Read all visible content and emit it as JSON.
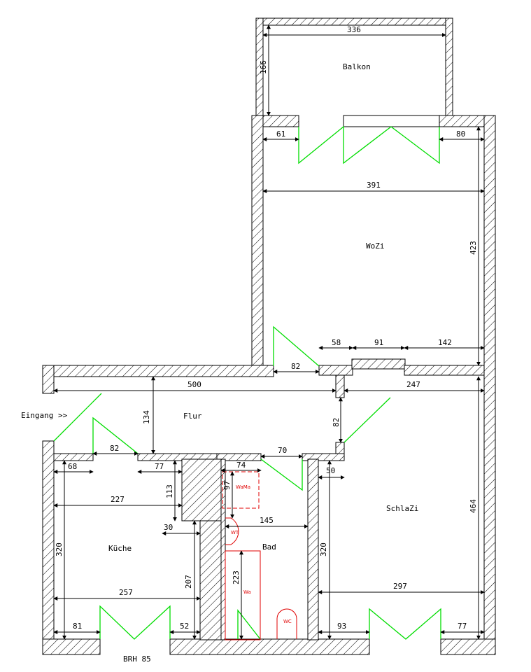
{
  "colors": {
    "wall": "#000000",
    "door_window": "#00dd00",
    "fixtures": "#e00000",
    "background": "#ffffff"
  },
  "rooms": {
    "balkon": "Balkon",
    "wozi": "WoZi",
    "flur": "Flur",
    "kueche": "Küche",
    "bad": "Bad",
    "schlazi": "SchlaZi"
  },
  "labels": {
    "entrance": "Eingang >>",
    "sill_height": "BRH 85"
  },
  "fixtures": {
    "washing_machine": "WaMa",
    "washbasin": "WT",
    "bathtub": "Wa",
    "toilet": "WC"
  },
  "dims": {
    "balkon_width": "336",
    "balkon_depth": "166",
    "wozi_left_wall": "61",
    "wozi_right_wall": "80",
    "wozi_width": "391",
    "wozi_depth": "423",
    "wozi_bottom_a": "58",
    "wozi_bottom_b": "91",
    "wozi_bottom_c": "142",
    "wozi_door": "82",
    "flur_length": "500",
    "flur_depth": "134",
    "schlazi_upper_width": "247",
    "schlazi_door": "82",
    "kueche_door": "82",
    "bad_door": "70",
    "kueche_left": "68",
    "kueche_mid": "77",
    "kueche_side": "113",
    "kueche_width_upper": "227",
    "kueche_step": "30",
    "kueche_depth": "320",
    "kueche_lower_depth": "207",
    "kueche_width_lower": "257",
    "kueche_win_left": "81",
    "kueche_win_right": "52",
    "bad_top": "74",
    "bad_niche": "97",
    "bad_width": "145",
    "bad_depth": "223",
    "schlazi_left": "50",
    "schlazi_depth_left": "320",
    "schlazi_depth": "464",
    "schlazi_width": "297",
    "schlazi_win_left": "93",
    "schlazi_win_right": "77"
  }
}
